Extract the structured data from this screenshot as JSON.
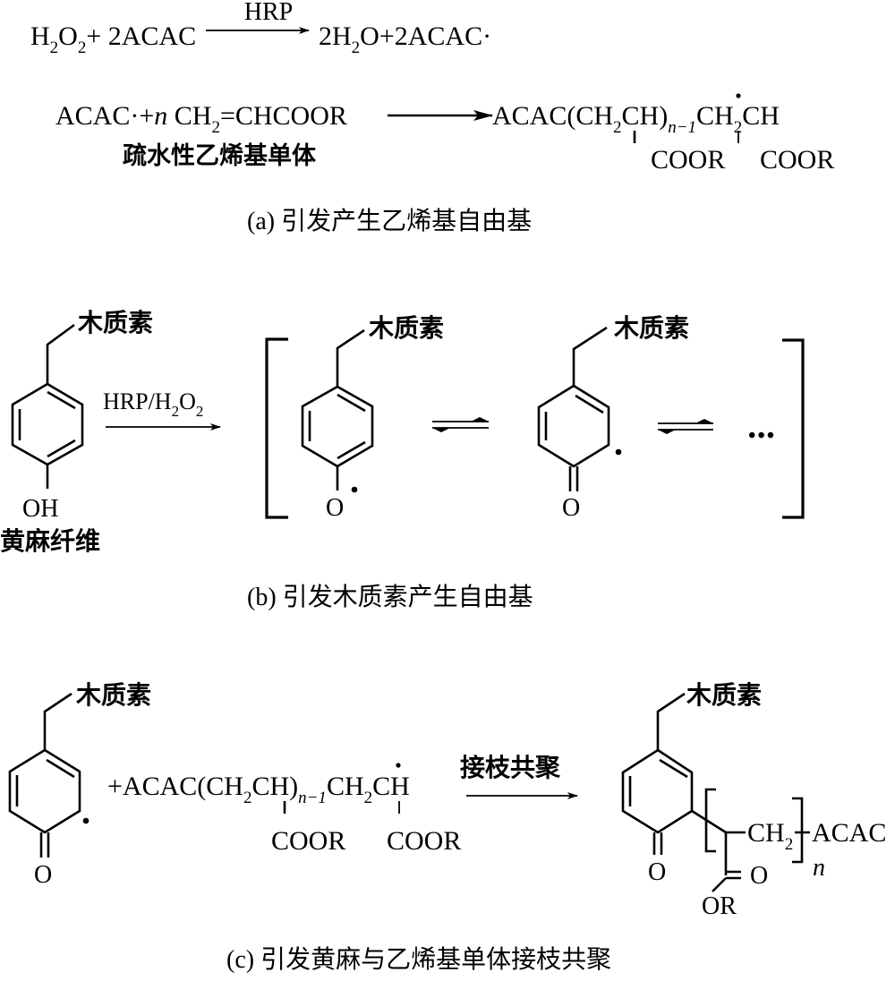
{
  "figure": {
    "panel_a": {
      "caption": {
        "label": "(a)",
        "text": "引发产生乙烯基自由基"
      },
      "eq1": {
        "reactants": [
          "H",
          "2",
          "O",
          "2",
          "+ 2ACAC"
        ],
        "catalyst": "HRP",
        "products": [
          "2H",
          "2",
          "O+2ACAC·"
        ]
      },
      "eq2": {
        "reactant_prefix": "ACAC·+",
        "n": "n",
        "monomer": [
          "CH",
          "2",
          "=CHCOOR"
        ],
        "monomer_label": "疏水性乙烯基单体",
        "product": [
          "ACAC(CH",
          "2",
          "CH)",
          "n−1",
          "CH",
          "2",
          "CH"
        ],
        "substituent_1": "COOR",
        "substituent_2": "COOR"
      }
    },
    "panel_b": {
      "caption": {
        "label": "(b)",
        "text": "引发木质素产生自由基"
      },
      "reactant_group": "木质素",
      "reactant_oh": "OH",
      "reactant_name": "黄麻纤维",
      "reagent": [
        "HRP/H",
        "2",
        "O",
        "2"
      ],
      "intermediate_1_group": "木质素",
      "intermediate_1_atom": "O",
      "intermediate_2_group": "木质素",
      "intermediate_2_atom": "O",
      "ellipsis": "•••"
    },
    "panel_c": {
      "caption": {
        "label": "(c)",
        "text": "引发黄麻与乙烯基单体接枝共聚"
      },
      "radical_group": "木质素",
      "radical_atom": "O",
      "chain": [
        "+ACAC(CH",
        "2",
        "CH)",
        "n−1",
        "CH",
        "2",
        "CH"
      ],
      "substituent_1": "COOR",
      "substituent_2": "COOR",
      "arrow_label": "接枝共聚",
      "product_group": "木质素",
      "product_ketone_o": "O",
      "product_ch2": [
        "CH",
        "2"
      ],
      "product_end": "ACAC",
      "product_carbonyl_o": "O",
      "product_or": "OR",
      "product_n": "n"
    }
  }
}
